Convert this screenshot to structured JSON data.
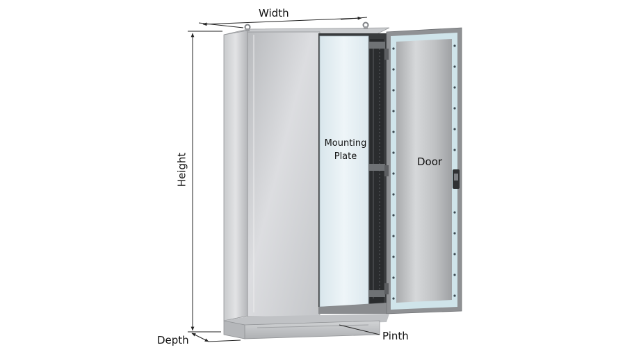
{
  "labels": {
    "width": "Width",
    "height": "Height",
    "depth": "Depth",
    "mounting_plate_line1": "Mounting",
    "mounting_plate_line2": "Plate",
    "door": "Door",
    "pinth": "Pinth"
  },
  "colors": {
    "steel_light": "#d9dadc",
    "steel_mid": "#b9bbbe",
    "steel_dark": "#8e9093",
    "mounting_plate": "#e4eff4",
    "rail_dark": "#2a2c2e",
    "door_glass": "#c7c9cb",
    "gasket": "#cfe4ea",
    "dimension_line": "#222222"
  }
}
